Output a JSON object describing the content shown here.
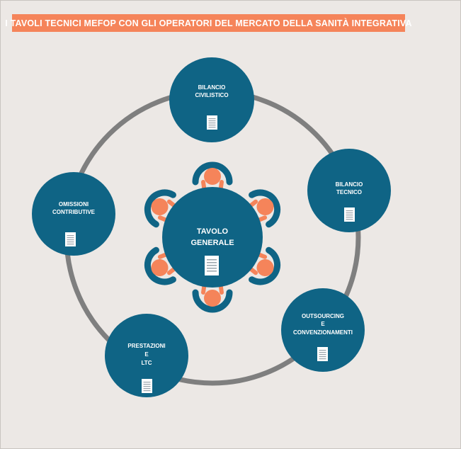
{
  "title": "I TAVOLI TECNICI MEFOP CON GLI OPERATORI DEL MERCATO DELLA SANITÀ INTEGRATIVA",
  "center": {
    "line1": "TAVOLO",
    "line2": "GENERALE",
    "icon": "document-icon",
    "people_icon": "person-icon"
  },
  "nodes": [
    {
      "lines": [
        "BILANCIO",
        "CIVILISTICO"
      ],
      "icon": "document-icon"
    },
    {
      "lines": [
        "BILANCIO",
        "TECNICO"
      ],
      "icon": "document-icon"
    },
    {
      "lines": [
        "OUTSOURCING",
        "E",
        "CONVENZIONAMENTI"
      ],
      "icon": "document-icon"
    },
    {
      "lines": [
        "PRESTAZIONI",
        "E",
        "LTC"
      ],
      "icon": "document-icon"
    },
    {
      "lines": [
        "OMISSIONI",
        "CONTRIBUTIVE"
      ],
      "icon": "document-icon"
    }
  ],
  "colors": {
    "node": "#0f6485",
    "accent": "#f5845a",
    "ring": "#7f7f7f",
    "background": "#ece8e5"
  }
}
